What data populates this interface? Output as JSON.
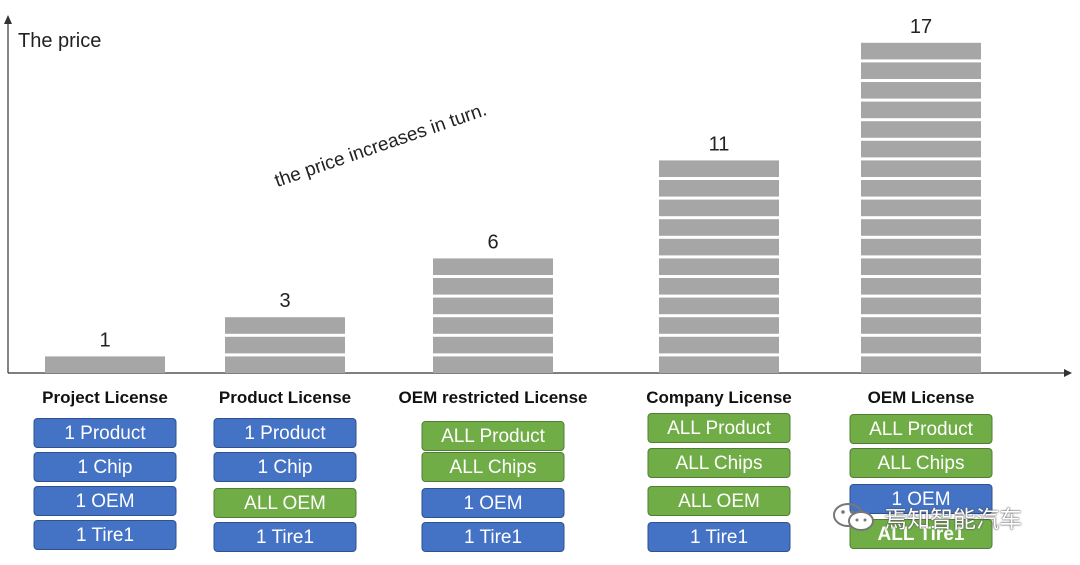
{
  "chart_data": {
    "type": "bar",
    "ylabel": "The price",
    "annotation": "the price increases in turn.",
    "categories": [
      "Project License",
      "Product License",
      "OEM restricted License",
      "Company License",
      "OEM License"
    ],
    "values": [
      1,
      3,
      6,
      11,
      17
    ],
    "ylim": [
      0,
      17
    ],
    "bar_color": "#a6a6a6",
    "grid": false
  },
  "tiers": [
    {
      "title": "Project License",
      "items": [
        {
          "label": "1 Product",
          "color": "blue"
        },
        {
          "label": "1 Chip",
          "color": "blue"
        },
        {
          "label": "1 OEM",
          "color": "blue"
        },
        {
          "label": "1 Tire1",
          "color": "blue"
        }
      ]
    },
    {
      "title": "Product License",
      "items": [
        {
          "label": "1 Product",
          "color": "blue"
        },
        {
          "label": "1 Chip",
          "color": "blue"
        },
        {
          "label": "ALL OEM",
          "color": "green"
        },
        {
          "label": "1 Tire1",
          "color": "blue"
        }
      ]
    },
    {
      "title": "OEM restricted License",
      "items": [
        {
          "label": "ALL Product",
          "color": "green"
        },
        {
          "label": "ALL Chips",
          "color": "green"
        },
        {
          "label": "1 OEM",
          "color": "blue"
        },
        {
          "label": "1 Tire1",
          "color": "blue"
        }
      ]
    },
    {
      "title": "Company License",
      "items": [
        {
          "label": "ALL Product",
          "color": "green"
        },
        {
          "label": "ALL Chips",
          "color": "green"
        },
        {
          "label": "ALL OEM",
          "color": "green"
        },
        {
          "label": "1 Tire1",
          "color": "blue"
        }
      ]
    },
    {
      "title": "OEM License",
      "items": [
        {
          "label": "ALL Product",
          "color": "green"
        },
        {
          "label": "ALL Chips",
          "color": "green"
        },
        {
          "label": "1 OEM",
          "color": "blue"
        },
        {
          "label": "ALL Tire1",
          "color": "green"
        }
      ]
    }
  ],
  "watermark": {
    "text": "焉知智能汽车",
    "icon": "wechat-icon"
  }
}
